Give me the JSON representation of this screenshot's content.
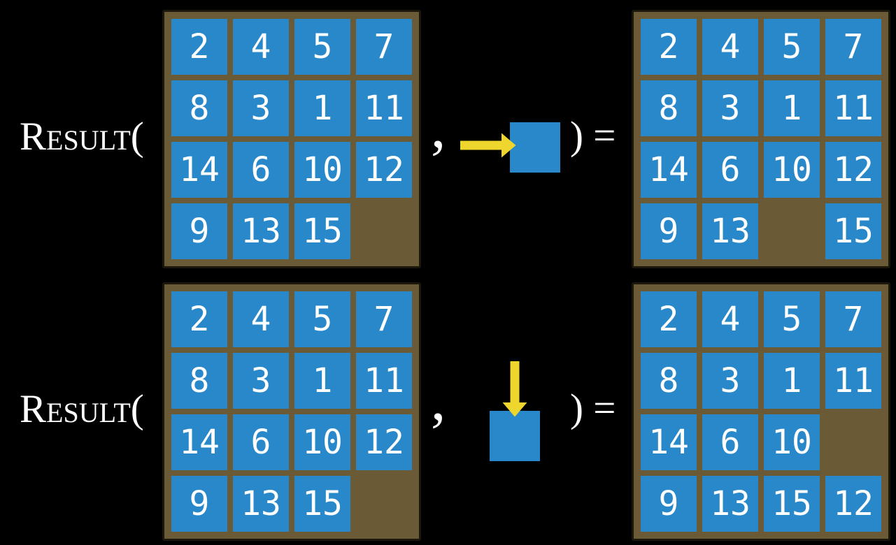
{
  "colors": {
    "background": "#000000",
    "frame": "#6a5a35",
    "frame_border": "#1c170d",
    "tile": "#2888c9",
    "tile_text": "#ffffff",
    "arrow": "#efd62e",
    "text": "#ffffff"
  },
  "figure": {
    "rows": [
      {
        "function_label": "Result(",
        "comma": ",",
        "move_direction": "right",
        "close_paren_equals": ") =",
        "input_grid": [
          [
            "2",
            "4",
            "5",
            "7"
          ],
          [
            "8",
            "3",
            "1",
            "11"
          ],
          [
            "14",
            "6",
            "10",
            "12"
          ],
          [
            "9",
            "13",
            "15",
            ""
          ]
        ],
        "output_grid": [
          [
            "2",
            "4",
            "5",
            "7"
          ],
          [
            "8",
            "3",
            "1",
            "11"
          ],
          [
            "14",
            "6",
            "10",
            "12"
          ],
          [
            "9",
            "13",
            "",
            "15"
          ]
        ]
      },
      {
        "function_label": "Result(",
        "comma": ",",
        "move_direction": "down",
        "close_paren_equals": ") =",
        "input_grid": [
          [
            "2",
            "4",
            "5",
            "7"
          ],
          [
            "8",
            "3",
            "1",
            "11"
          ],
          [
            "14",
            "6",
            "10",
            "12"
          ],
          [
            "9",
            "13",
            "15",
            ""
          ]
        ],
        "output_grid": [
          [
            "2",
            "4",
            "5",
            "7"
          ],
          [
            "8",
            "3",
            "1",
            "11"
          ],
          [
            "14",
            "6",
            "10",
            ""
          ],
          [
            "9",
            "13",
            "15",
            "12"
          ]
        ]
      }
    ]
  }
}
